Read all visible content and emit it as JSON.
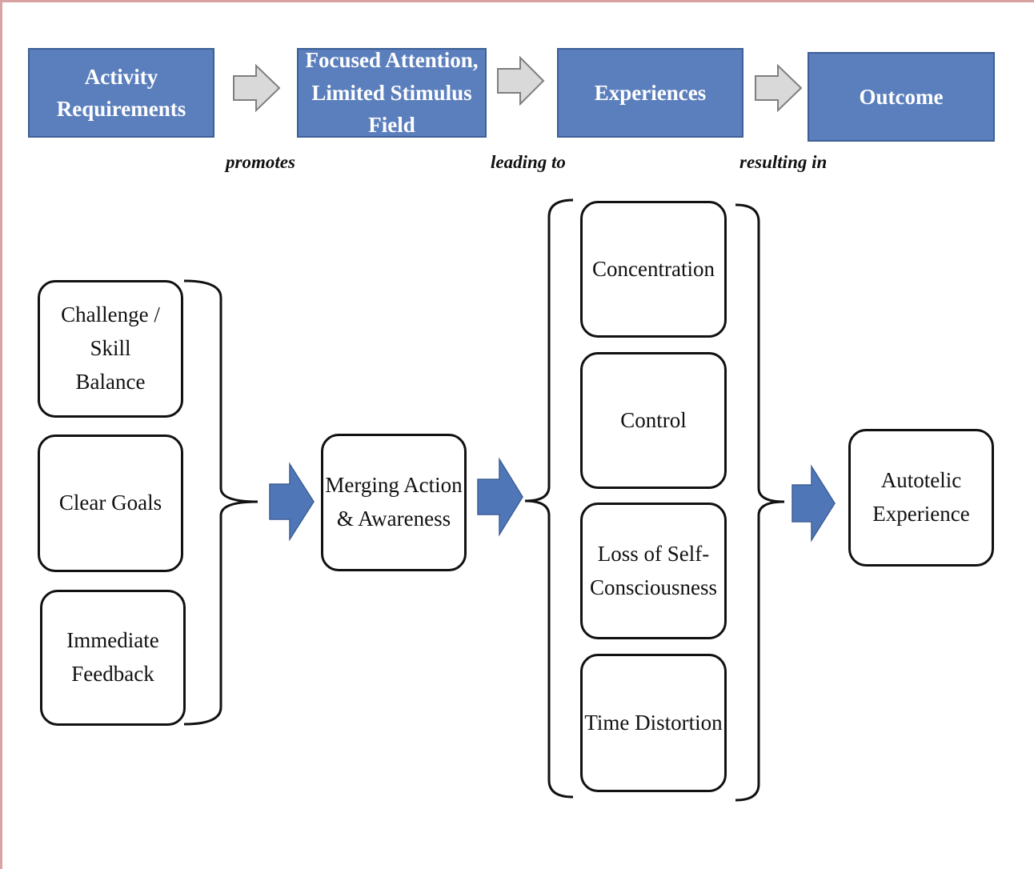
{
  "header": {
    "stages": [
      {
        "label": "Activity Requirements"
      },
      {
        "label": "Focused Attention,\nLimited Stimulus  Field"
      },
      {
        "label": "Experiences"
      },
      {
        "label": "Outcome"
      }
    ],
    "connectors": [
      {
        "label": "promotes"
      },
      {
        "label": "leading to"
      },
      {
        "label": "resulting in"
      }
    ]
  },
  "requirements": [
    {
      "label": "Challenge / Skill\nBalance"
    },
    {
      "label": "Clear Goals"
    },
    {
      "label": "Immediate\nFeedback"
    }
  ],
  "attention": {
    "label": "Merging Action\n& Awareness"
  },
  "experiences": [
    {
      "label": "Concentration"
    },
    {
      "label": "Control"
    },
    {
      "label": "Loss of Self-\nConsciousness"
    },
    {
      "label": "Time Distortion"
    }
  ],
  "outcome": {
    "label": "Autotelic\nExperience"
  },
  "colors": {
    "header_fill": "#5b7fbd",
    "arrow_blue": "#4f77b8",
    "arrow_gray": "#d9d9d9"
  }
}
